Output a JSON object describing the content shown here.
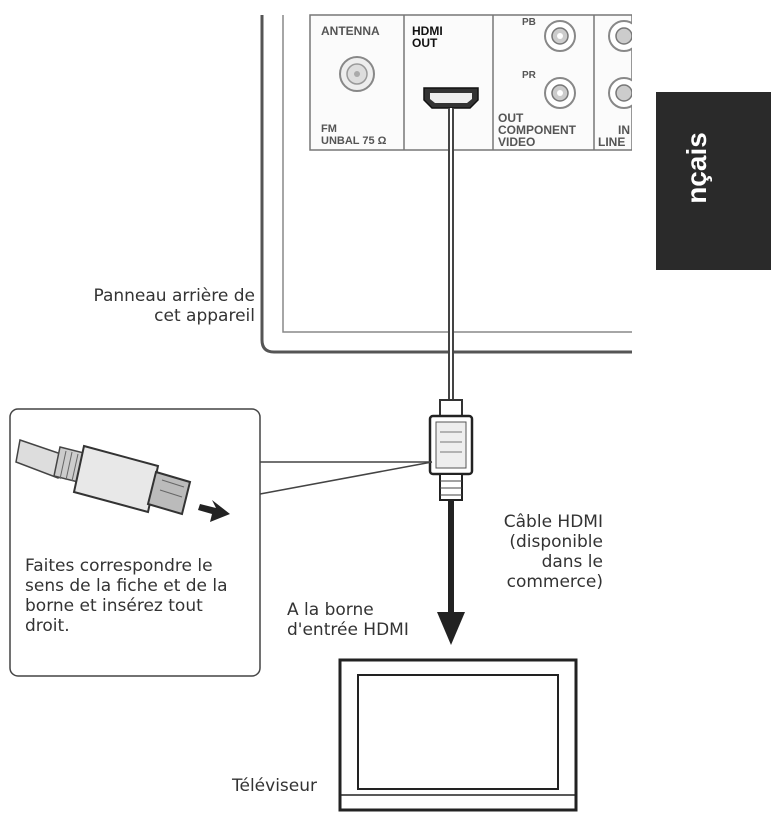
{
  "panel": {
    "antenna": "ANTENNA",
    "fm": "FM",
    "unbal": "UNBAL 75 Ω",
    "hdmi": "HDMI",
    "out": "OUT",
    "pb": "PB",
    "pr": "PR",
    "out2": "OUT",
    "component": "COMPONENT",
    "video": "VIDEO",
    "in": "IN",
    "line": "LINE"
  },
  "side_tab": "nçais",
  "labels": {
    "rear_panel_1": "Panneau arrière de",
    "rear_panel_2": "cet appareil",
    "cable_1": "Câble HDMI",
    "cable_2": "(disponible",
    "cable_3": "dans le",
    "cable_4": "commerce)",
    "input_1": "A la borne",
    "input_2": "d'entrée HDMI",
    "tv": "Téléviseur",
    "inset_1": "Faites correspondre le",
    "inset_2": "sens de la fiche et de la",
    "inset_3": "borne et insérez tout",
    "inset_4": "droit."
  }
}
